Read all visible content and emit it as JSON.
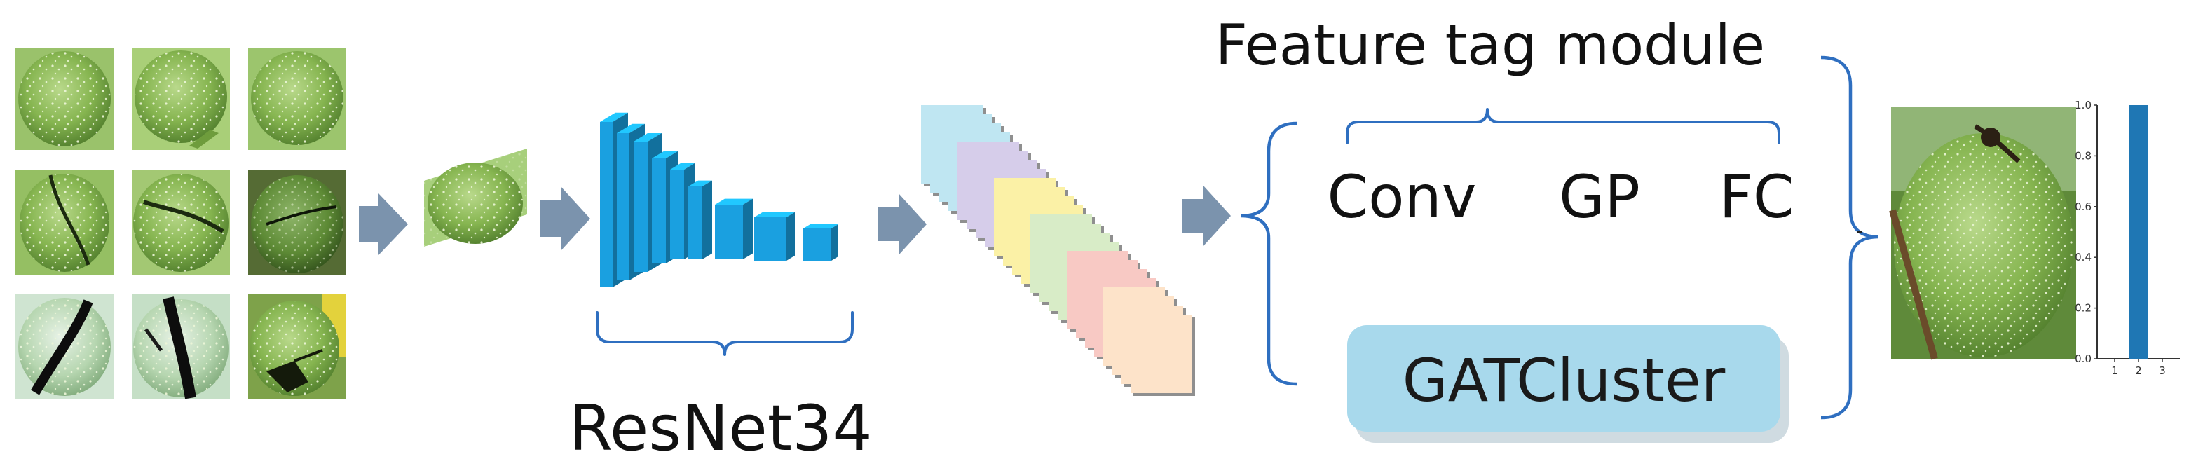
{
  "diagram": {
    "title": "Feature tag module",
    "backbone_label": "ResNet34",
    "feature_ops": [
      "Conv",
      "GP",
      "FC"
    ],
    "cluster_label": "GATCluster",
    "input_grid_rows": 3,
    "input_grid_cols": 3
  },
  "colors": {
    "arrow": "#7b93ad",
    "resnet_block": "#1aa0e0",
    "brace": "#2f6fc0",
    "cluster_box": "#a8d9ec",
    "bar": "#1f77b4"
  },
  "feature_maps": {
    "colors": [
      "#bfe6f2",
      "#d6cdea",
      "#fbf1a6",
      "#d8ecc7",
      "#f8c9c4",
      "#fde3c9"
    ]
  },
  "chart_data": {
    "type": "bar",
    "categories": [
      "1",
      "2",
      "3"
    ],
    "values": [
      0,
      1.0,
      0
    ],
    "yticks": [
      "0.0",
      "0.2",
      "0.4",
      "0.6",
      "0.8",
      "1.0"
    ],
    "ylim": [
      0,
      1.0
    ]
  }
}
